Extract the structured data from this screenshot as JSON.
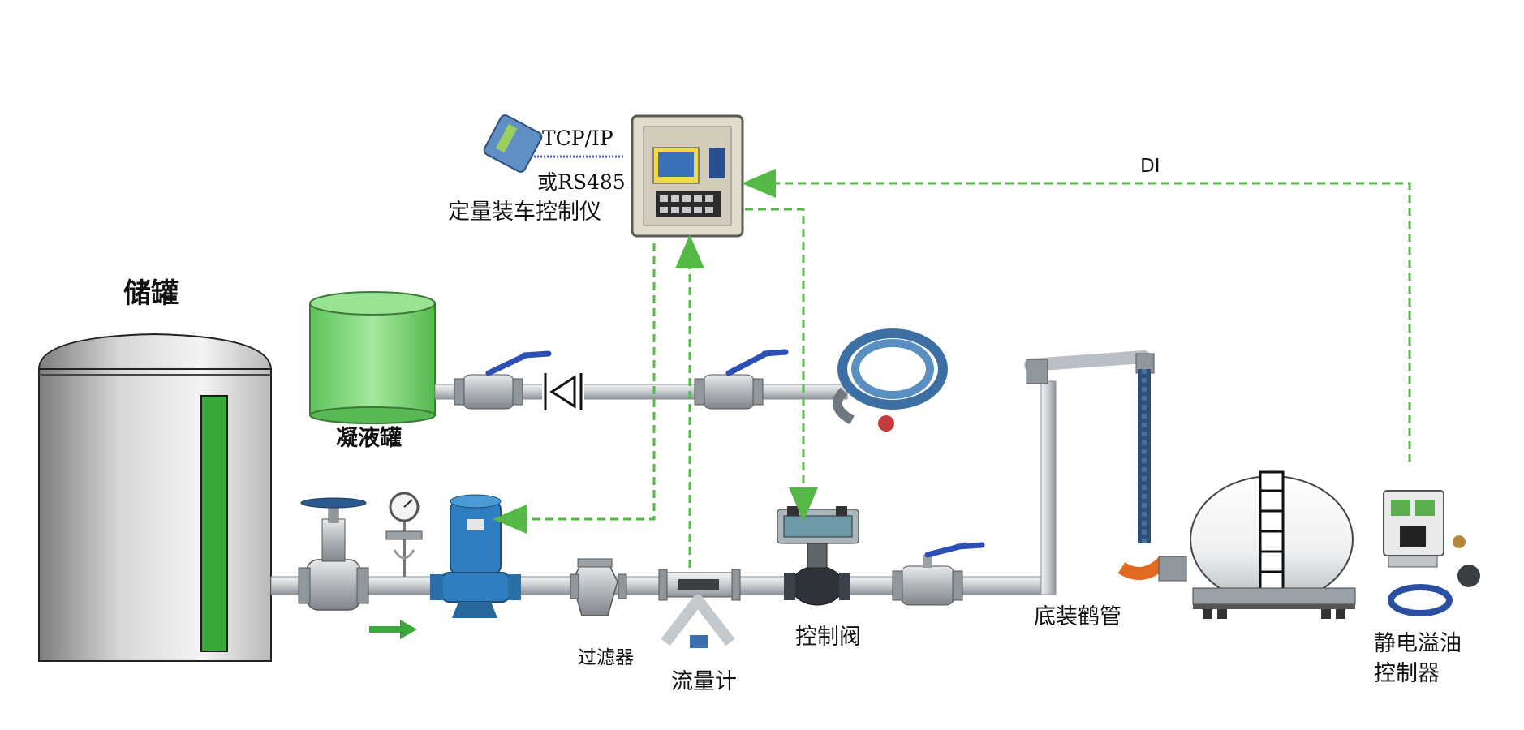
{
  "diagram": {
    "labels": {
      "storage_tank": "储罐",
      "condensate_tank": "凝液罐",
      "controller_protocol_1": "TCP/IP",
      "controller_protocol_2": "或RS485",
      "controller_name": "定量装车控制仪",
      "signal_di": "DI",
      "filter": "过滤器",
      "flowmeter": "流量计",
      "control_valve": "控制阀",
      "loading_arm": "底装鹤管",
      "overflow_controller_1": "静电溢油",
      "overflow_controller_2": "控制器"
    },
    "colors": {
      "pipe": "#c9cdd1",
      "signal_line": "#55b847",
      "tank_level": "#3aa83a",
      "condensate_tank": "#7fd67a",
      "pump_blue": "#2f7fc0",
      "valve_handle": "#2b4fb4",
      "hose": "#3c6fa3"
    }
  }
}
